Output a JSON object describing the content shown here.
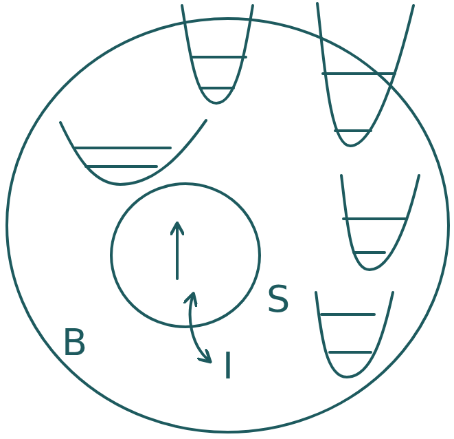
{
  "diagram": {
    "nodes": [
      {
        "text": [
          "B"
        ]
      },
      {
        "text": [
          "S"
        ],
        "in": 0
      }
    ],
    "labels": [
      "I"
    ]
  }
}
